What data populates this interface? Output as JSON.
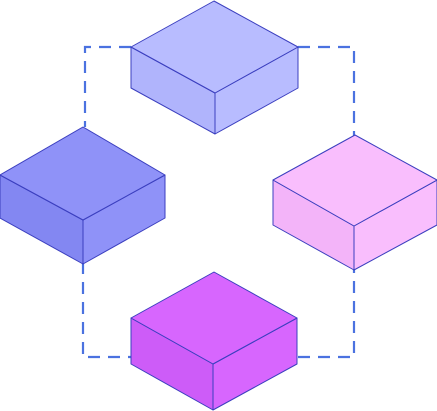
{
  "diagram": {
    "type": "isometric-blocks-cycle",
    "connector": {
      "style": "dashed",
      "color": "#4B72E0"
    },
    "stroke_color": "#3B3FBF",
    "blocks": [
      {
        "id": "top",
        "colors": {
          "top": "#B8BCFF",
          "left": "#B0B4FC",
          "right": "#B8BCFF"
        }
      },
      {
        "id": "left",
        "colors": {
          "top": "#8F92F8",
          "left": "#8387F2",
          "right": "#8F92F8"
        }
      },
      {
        "id": "right",
        "colors": {
          "top": "#F9BEFD",
          "left": "#F3B4F9",
          "right": "#F9BEFD"
        }
      },
      {
        "id": "bottom",
        "colors": {
          "top": "#D766FE",
          "left": "#CD5CF8",
          "right": "#D766FE"
        }
      }
    ]
  }
}
